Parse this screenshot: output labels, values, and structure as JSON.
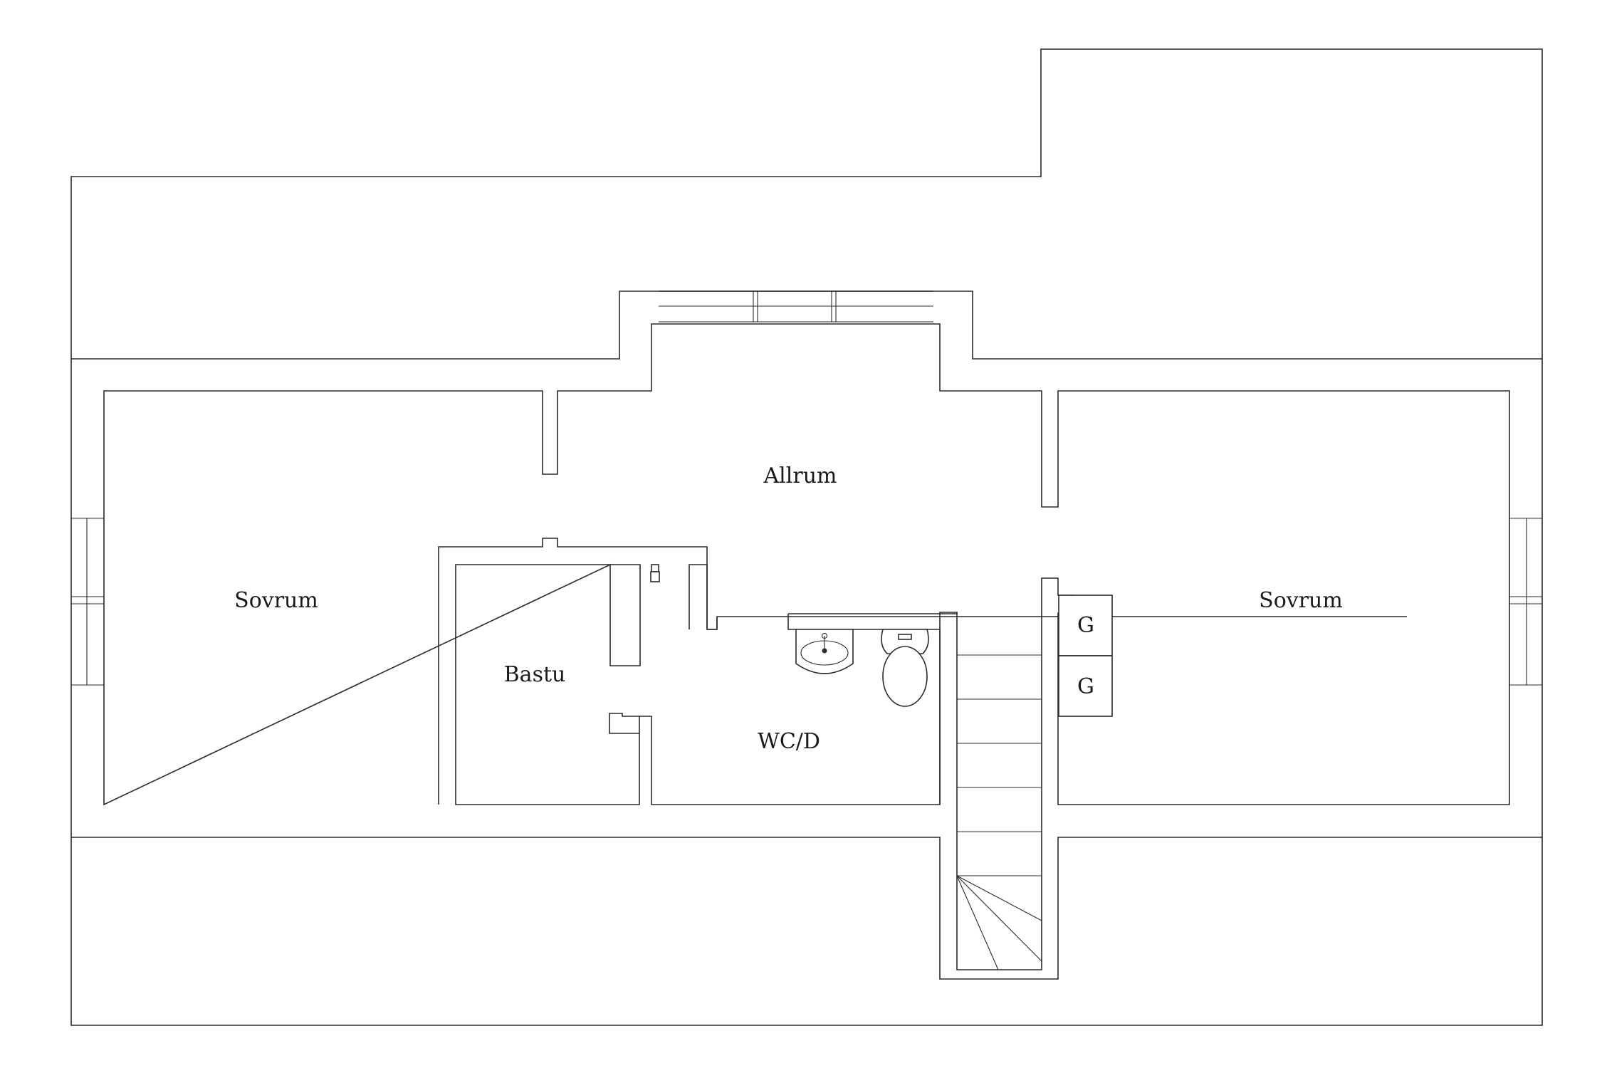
{
  "floor_plan": {
    "rooms": {
      "allrum": "Allrum",
      "sovrum_left": "Sovrum",
      "sovrum_right": "Sovrum",
      "bastu": "Bastu",
      "wc": "WC/D",
      "closet_top": "G",
      "closet_bottom": "G"
    },
    "line_color": "#2b2b2b",
    "background_color": "#ffffff"
  }
}
